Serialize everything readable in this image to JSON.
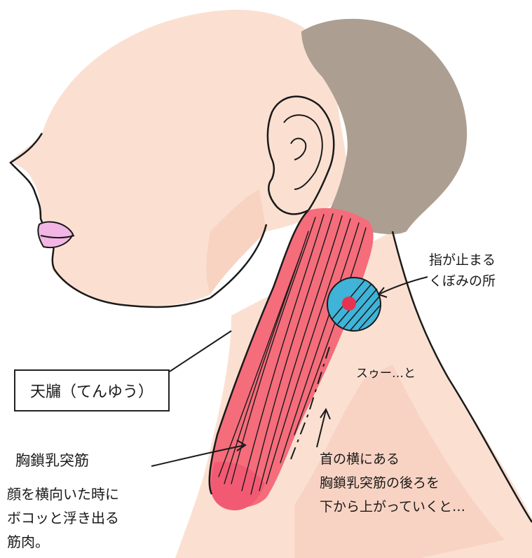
{
  "colors": {
    "skin": "#fbe0d2",
    "skin_shade": "#f6c9b7",
    "hair": "#ad9e92",
    "muscle": "#f56c7b",
    "muscle_end": "#f25a74",
    "lips": "#f3b6e4",
    "tenyu_fill": "#3fb3d8",
    "tenyu_point": "#e8324f",
    "ink": "#1a1a1a"
  },
  "labels": {
    "tenyu": "天牖（てんゆう）",
    "finger_stop": [
      "指が止まる",
      "くぼみの所"
    ],
    "suu": "スゥー…と",
    "scm": "胸鎖乳突筋",
    "description": [
      "顔を横向いた時に",
      "ボコッと浮き出る",
      "筋肉。"
    ],
    "side_instruction": [
      "首の横にある",
      "胸鎖乳突筋の後ろを",
      "下から上がっていくと…"
    ]
  },
  "icons": [
    "ear-icon",
    "tenyu-point-icon",
    "up-arrow-icon"
  ]
}
